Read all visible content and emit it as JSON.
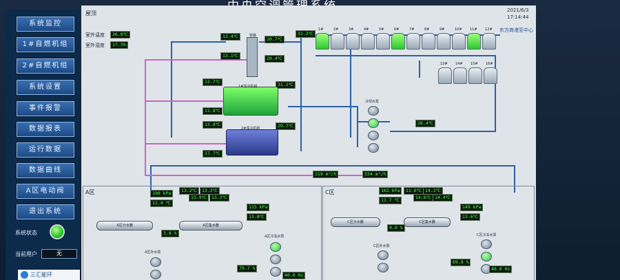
{
  "app": {
    "title": "中央空调管理系统",
    "date": "2021/6/3",
    "time": "17:14:44",
    "site": "东方商港至中心"
  },
  "menu": {
    "items": [
      "系统监控",
      "1#自燃机组",
      "2#自燃机组",
      "系统设置",
      "事件报警",
      "数据报表",
      "运行数据",
      "数据曲线",
      "A区电动阀",
      "退出系统"
    ],
    "status_label": "系统状态",
    "user_label": "当前用户",
    "user_value": "无",
    "logo_text": "三汇能环"
  },
  "roof": {
    "label": "屋顶",
    "outdoor_temp_label": "室外温度",
    "outdoor_temp": "26.8℃",
    "outdoor_hum_label": "室外湿度",
    "outdoor_hum": "17.3%",
    "manifold_label": "管路",
    "readings": [
      "13.4℃",
      "20.7℃",
      "13.1℃",
      "20.4℃",
      "31.2℃",
      "13.7℃",
      "31.2℃",
      "11.8℃",
      "13.8℃",
      "29.7℃",
      "17.7℃",
      "28.4℃"
    ],
    "chiller1_label": "1#溴冷机组",
    "chiller2_label": "2#溴冷机组",
    "pump_group_label": "冷却水泵",
    "flow1": "119 m³/h",
    "flow2": "334 m³/h",
    "towers_row1": [
      "1#",
      "2#",
      "3#",
      "4#",
      "5#",
      "6#",
      "7#",
      "8#",
      "9#",
      "10#",
      "11#",
      "12#"
    ],
    "towers_row2": [
      "13#",
      "14#",
      "15#",
      "16#"
    ],
    "towers_on": [
      0,
      5,
      10
    ]
  },
  "zone_a": {
    "label": "A区",
    "pressure_main": "190 kPa",
    "temp_main": "11.4 ℃",
    "small_vals": [
      "13.2℃",
      "13.2℃",
      "13.9℃",
      "13.2℃"
    ],
    "pressure_right": "115 kPa",
    "temp_right": "13.8℃",
    "dist_label": "A区分水器",
    "collect_label": "A区集水器",
    "valve_pct": "3.8 %",
    "pump_label": "A区冷冻水泵",
    "replenish_label": "A区补水泵",
    "pump_freq_pct": "79.7 %",
    "freq": "40.0 Hz"
  },
  "zone_c": {
    "label": "C区",
    "pressure_main": "162 kPa",
    "temp_main": "11.7 ℃",
    "small_vals": [
      "11.6℃",
      "14.2℃",
      "14.6℃",
      "14.4℃"
    ],
    "pressure_right": "149 kPa",
    "temp_right": "13.6℃",
    "dist_label": "C区分水器",
    "collect_label": "C区集水器",
    "valve_pct": "0.0 %",
    "pump_label": "C区冷冻水泵",
    "replenish_label": "C区补水泵",
    "pump_freq_pct": "69.8 %",
    "freq": "40.0 Hz"
  }
}
